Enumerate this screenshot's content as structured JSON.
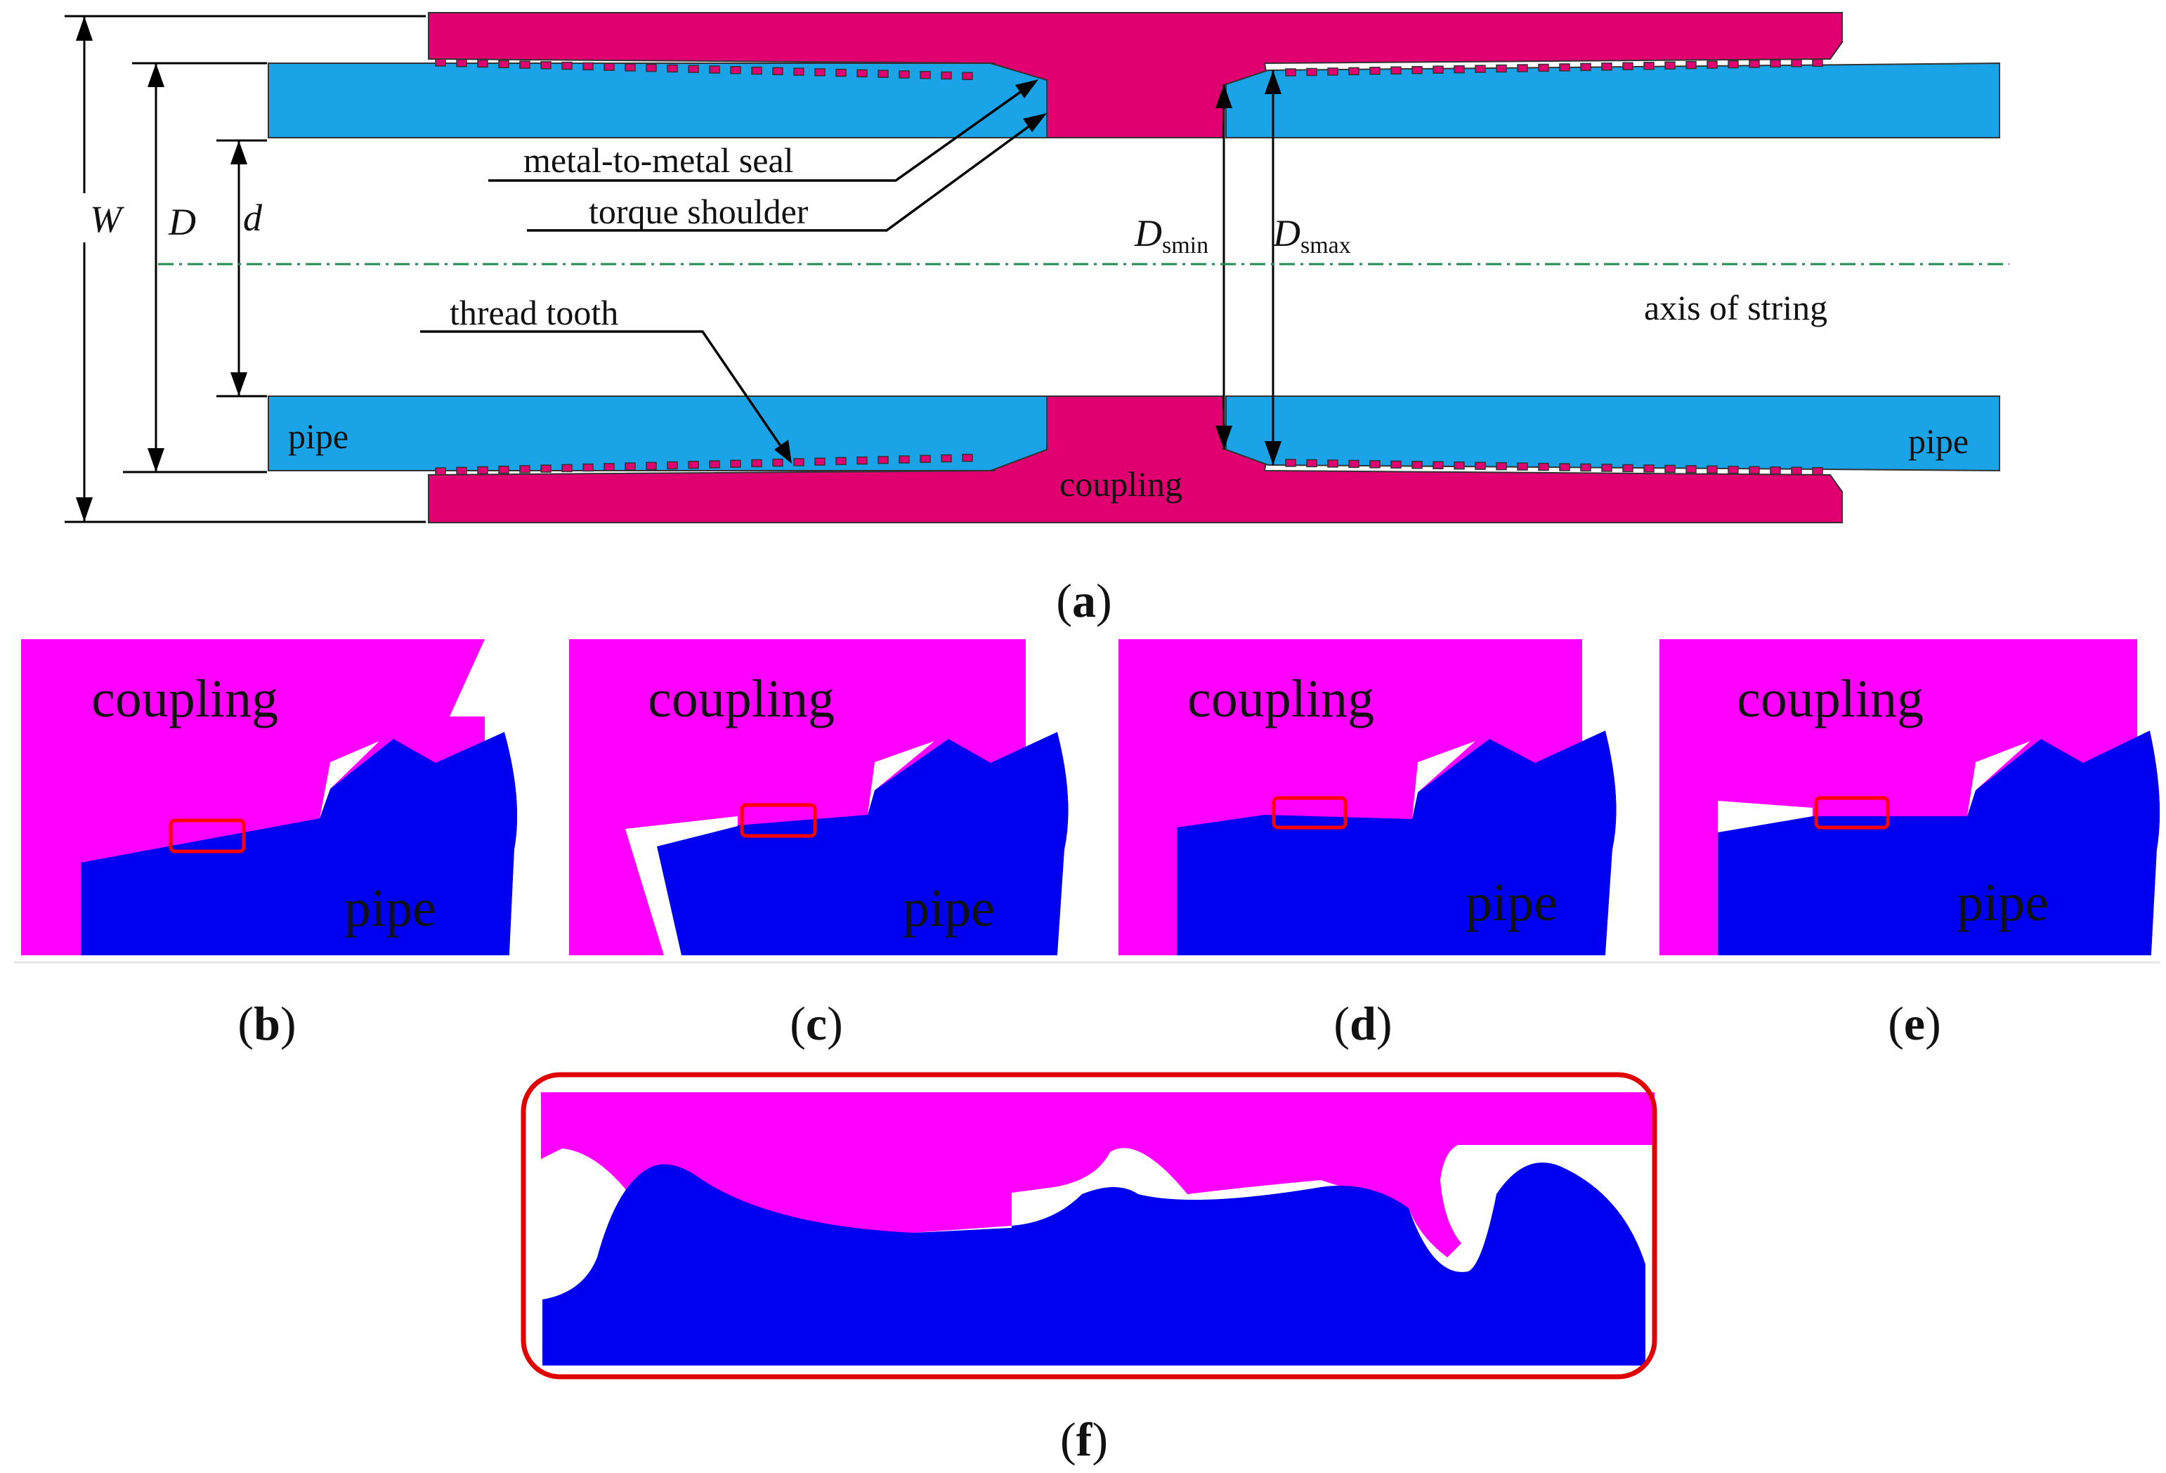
{
  "colors": {
    "coupling_a": "#e0006f",
    "pipe_a": "#1aa3e6",
    "coupling_detail": "#ff00ff",
    "pipe_detail": "#0000f0",
    "highlight_box": "#ff0000",
    "axis_line": "#1e8a50"
  },
  "panel_a": {
    "dimensions": {
      "W": "W",
      "D": "D",
      "d": "d",
      "Dsmin_main": "D",
      "Dsmin_sub": "smin",
      "Dsmax_main": "D",
      "Dsmax_sub": "smax"
    },
    "labels": {
      "metal_seal": "metal-to-metal seal",
      "torque_shoulder": "torque shoulder",
      "thread_tooth": "thread tooth",
      "axis": "axis of string",
      "pipe_left": "pipe",
      "pipe_right": "pipe",
      "coupling": "coupling"
    },
    "caption_letter": "a"
  },
  "detail_panels": [
    {
      "caption_letter": "b",
      "coupling_label": "coupling",
      "pipe_label": "pipe"
    },
    {
      "caption_letter": "c",
      "coupling_label": "coupling",
      "pipe_label": "pipe"
    },
    {
      "caption_letter": "d",
      "coupling_label": "coupling",
      "pipe_label": "pipe"
    },
    {
      "caption_letter": "e",
      "coupling_label": "coupling",
      "pipe_label": "pipe"
    }
  ],
  "panel_f": {
    "caption_letter": "f"
  },
  "caption_paren_open": "(",
  "caption_paren_close": ")"
}
